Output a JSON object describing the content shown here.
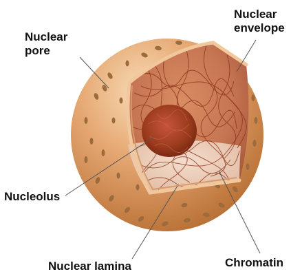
{
  "labels": {
    "nuclear_pore": [
      "Nuclear",
      "pore"
    ],
    "nuclear_envelope": [
      "Nuclear",
      "envelope"
    ],
    "nucleolus": "Nucleolus",
    "nuclear_lamina": "Nuclear lamina",
    "chromatin": "Chromatin"
  },
  "colors": {
    "envelope": "#e2a36a",
    "envelope_highlight": "#f4cfa3",
    "envelope_shadow": "#b8743d",
    "pore": "#9c6b3c",
    "interior": "#c77c55",
    "nucleolus": "#9a3a1c",
    "chromatin_fibers": "#8b2f1a",
    "leader_line": "#555555"
  }
}
